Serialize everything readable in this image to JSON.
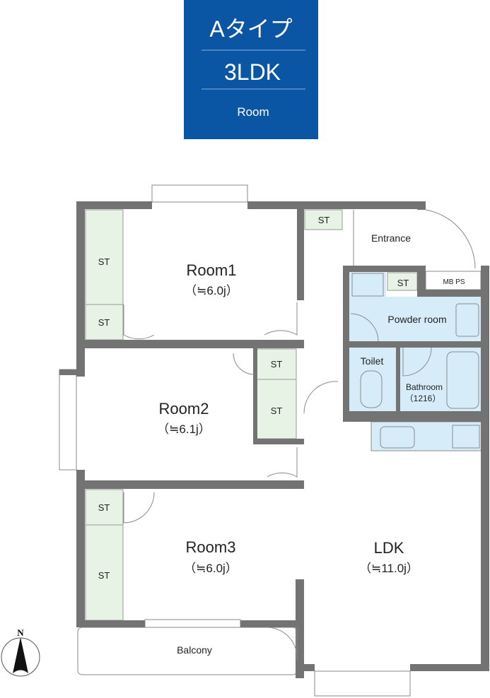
{
  "header": {
    "type_label": "Aタイプ",
    "layout": "3LDK",
    "subtitle": "Room",
    "color": "#0b56a4"
  },
  "compass": {
    "label": "N"
  },
  "rooms": {
    "room1": {
      "name": "Room1",
      "area": "（≒6.0j）"
    },
    "room2": {
      "name": "Room2",
      "area": "（≒6.1j）"
    },
    "room3": {
      "name": "Room3",
      "area": "（≒6.0j）"
    },
    "ldk": {
      "name": "LDK",
      "area": "（≒11.0j）"
    },
    "balcony": {
      "name": "Balcony"
    },
    "entrance": {
      "name": "Entrance"
    },
    "powder_room": {
      "name": "Powder room"
    },
    "toilet": {
      "name": "Toilet"
    },
    "bathroom": {
      "name": "Bathroom",
      "size": "（1216）"
    },
    "mbps": {
      "name": "MB PS"
    }
  },
  "storage_label": "ST",
  "colors": {
    "wall": "#737373",
    "storage": "#e7f3e4",
    "wet_area": "#d7ecf9"
  }
}
